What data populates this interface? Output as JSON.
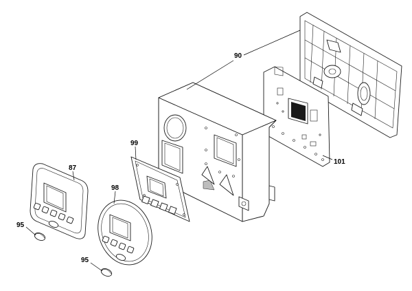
{
  "callouts": {
    "c90": "90",
    "c101": "101",
    "c99": "99",
    "c87": "87",
    "c98": "98",
    "c95a": "95",
    "c95b": "95"
  },
  "parts": [
    {
      "id": "wall-plate",
      "callout": "90"
    },
    {
      "id": "circuit-board",
      "callout": "101"
    },
    {
      "id": "housing",
      "callout": "90"
    },
    {
      "id": "membrane-panel",
      "callout": "99"
    },
    {
      "id": "rectangular-bezel",
      "callout": "87"
    },
    {
      "id": "round-bezel",
      "callout": "98"
    },
    {
      "id": "button-cap-upper",
      "callout": "95"
    },
    {
      "id": "button-cap-lower",
      "callout": "95"
    }
  ]
}
